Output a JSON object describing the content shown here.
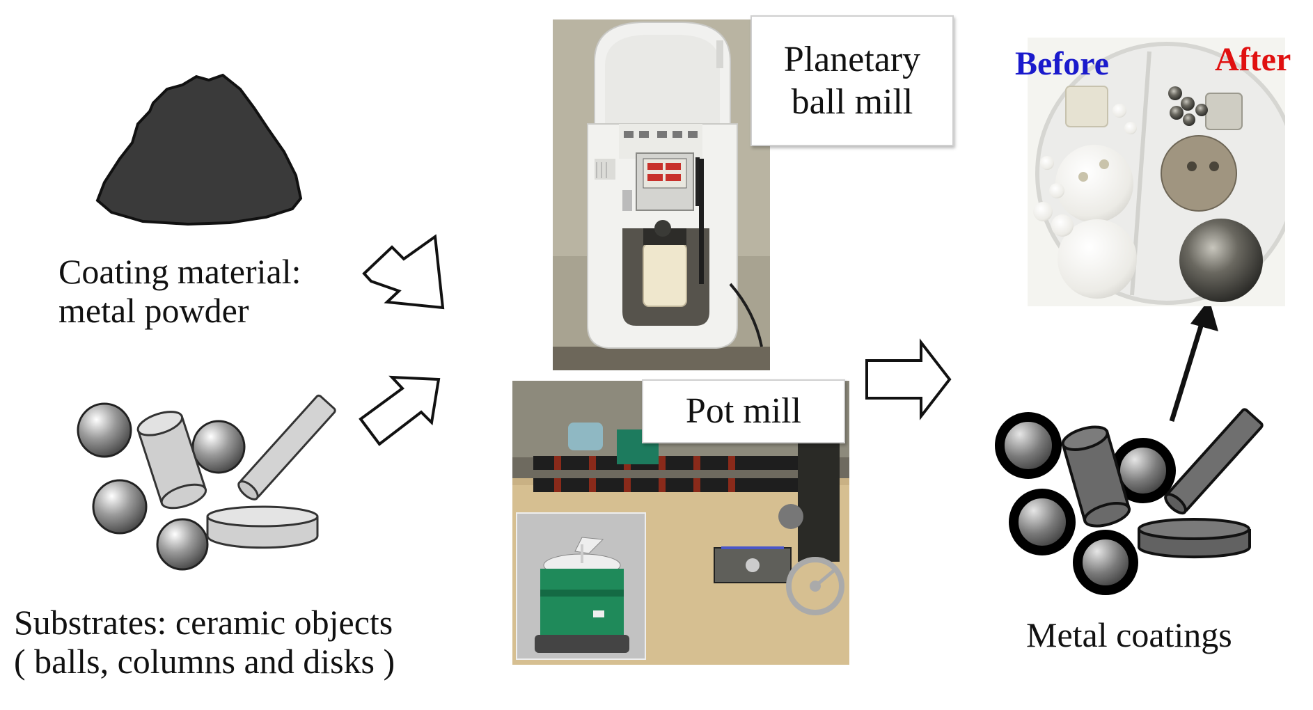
{
  "inputs": {
    "powder_label_line1": "Coating material:",
    "powder_label_line2": "metal powder",
    "substrates_label_line1": "Substrates: ceramic objects",
    "substrates_label_line2": "( balls, columns and disks )"
  },
  "mills": {
    "planetary_line1": "Planetary",
    "planetary_line2": "ball mill",
    "pot_mill": "Pot mill"
  },
  "result": {
    "before": "Before",
    "after": "After",
    "coatings_label": "Metal coatings"
  },
  "colors": {
    "before": "#1a1acc",
    "after": "#e01010",
    "powder": "#3a3a3a",
    "pot_mill_green": "#1f8a5a",
    "mill_body": "#f0f0ee"
  }
}
